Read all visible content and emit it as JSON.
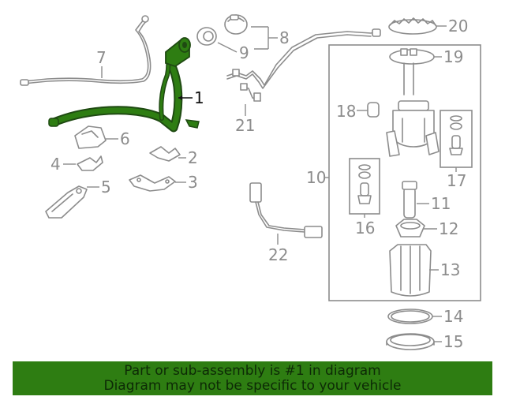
{
  "callouts": {
    "c1": "1",
    "c2": "2",
    "c3": "3",
    "c4": "4",
    "c5": "5",
    "c6": "6",
    "c7": "7",
    "c8": "8",
    "c9": "9",
    "c10": "10",
    "c11": "11",
    "c12": "12",
    "c13": "13",
    "c14": "14",
    "c15": "15",
    "c16": "16",
    "c17": "17",
    "c18": "18",
    "c19": "19",
    "c20": "20",
    "c21": "21",
    "c22": "22"
  },
  "highlight_color": "#2e7d12",
  "banner": {
    "line1": "Part or sub-assembly is #1 in diagram",
    "line2": "Diagram may not be specific to your vehicle"
  }
}
